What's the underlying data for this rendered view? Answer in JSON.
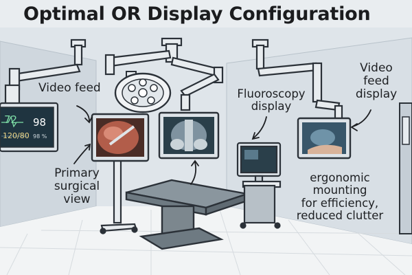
{
  "title": "Optimal OR Display Configuration",
  "labels": {
    "video_feed_left": "Video feed",
    "primary_view_line1": "Primary",
    "primary_view_line2": "surgical view",
    "fluoroscopy_line1": "Fluoroscopy",
    "fluoroscopy_line2": "display",
    "video_feed_right_line1": "Video",
    "video_feed_right_line2": "feed",
    "video_feed_right_line3": "display",
    "ergonomic_line1": "ergonomic",
    "ergonomic_line2": "mounting",
    "ergonomic_line3": "for efficiency,",
    "ergonomic_line4": "reduced clutter"
  },
  "vitals_monitor": {
    "heart_rate": "72",
    "spo2": "98",
    "blood_pressure": "120/80",
    "spo2_unit": "98 %"
  },
  "colors": {
    "outline": "#2b3138",
    "wall": "#dfe5ea",
    "floor": "#f2f4f5",
    "screen_dark": "#1f3440",
    "vitals_green": "#7fe0a8",
    "table_top": "#8a969e"
  }
}
